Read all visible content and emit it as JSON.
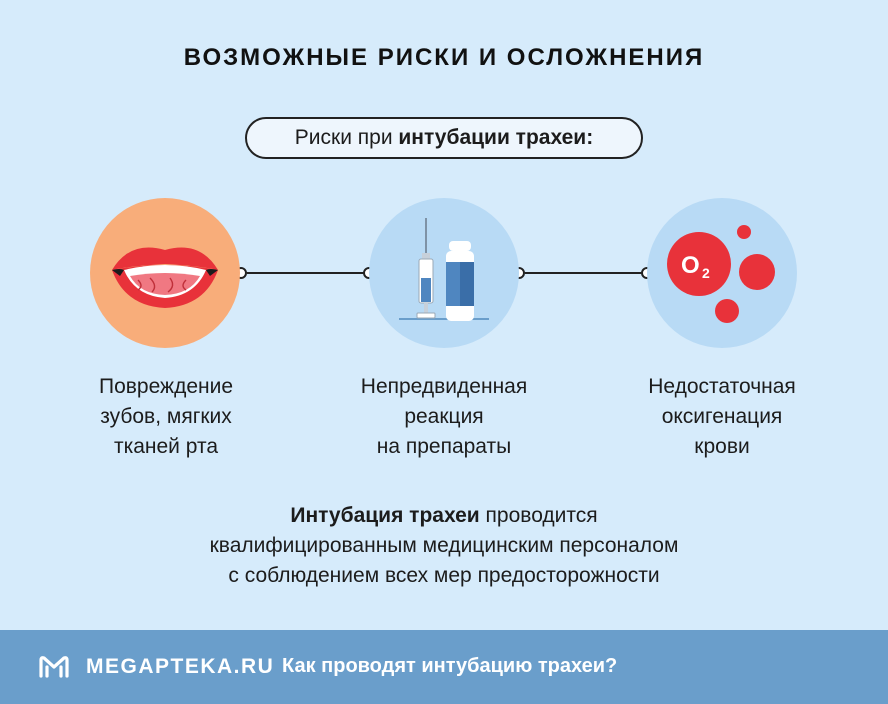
{
  "header": {
    "title": "ВОЗМОЖНЫЕ РИСКИ И ОСЛОЖНЕНИЯ",
    "pill_prefix": "Риски при ",
    "pill_bold": "интубации трахеи:"
  },
  "risks": [
    {
      "icon": "mouth-teeth-icon",
      "lines": [
        "Повреждение",
        "зубов, мягких",
        "тканей рта"
      ]
    },
    {
      "icon": "syringe-vial-icon",
      "lines": [
        "Непредвиденная",
        "реакция",
        "на препараты"
      ]
    },
    {
      "icon": "oxygen-bubbles-icon",
      "o2_label": "O",
      "o2_sub": "2",
      "lines": [
        "Недостаточная",
        "оксигенация",
        "крови"
      ]
    }
  ],
  "note": {
    "bold": "Интубация трахеи",
    "rest1": " проводится",
    "line2": "квалифицированным медицинским персоналом",
    "line3": "с соблюдением всех мер предосторожности"
  },
  "footer": {
    "brand": "MEGAPTEKA.RU",
    "article_title": "Как проводят интубацию трахеи?"
  },
  "colors": {
    "background": "#d6ebfb",
    "footer": "#6a9ecb",
    "accent_orange": "#f8ad7a",
    "circle_blue": "#b8daf5",
    "red": "#e8323a"
  }
}
